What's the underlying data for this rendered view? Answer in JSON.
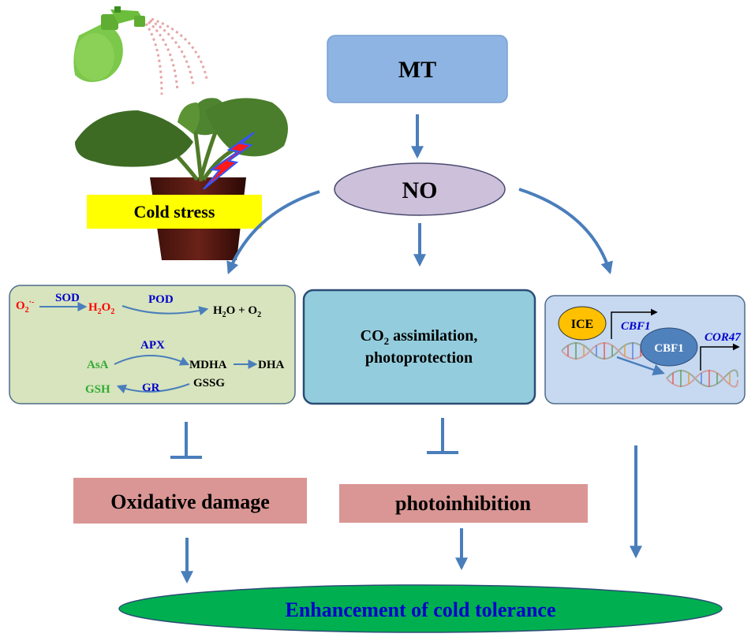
{
  "nodes": {
    "mt": "MT",
    "no": "NO",
    "cold_stress": "Cold stress",
    "co2_line1_pre": "CO",
    "co2_line1_sub": "2",
    "co2_line1_post": " assimilation,",
    "co2_line2": "photoprotection",
    "oxidative_damage": "Oxidative damage",
    "photoinhibition": "photoinhibition",
    "cold_tolerance": "Enhancement of cold tolerance"
  },
  "antioxidant": {
    "o2": "O",
    "o2_sub": "2",
    "o2_sup": "·-",
    "sod": "SOD",
    "h2o2_a": "H",
    "h2o2_sub1": "2",
    "h2o2_b": "O",
    "h2o2_sub2": "2",
    "pod": "POD",
    "water_a": "H",
    "water_sub": "2",
    "water_b": "O + O",
    "water_sub2": "2",
    "apx": "APX",
    "asa": "AsA",
    "mdha": "MDHA",
    "dha": "DHA",
    "gsh": "GSH",
    "gr": "GR",
    "gssg": "GSSG"
  },
  "gene_box": {
    "ice": "ICE",
    "cbf1_gene": "CBF1",
    "cbf1_protein": "CBF1",
    "cor47": "COR47"
  },
  "colors": {
    "arrow": "#4a7ebb",
    "mt_box": "#8eb4e3",
    "no_ellipse": "#ccc0da",
    "antioxidant_box": "#d7e4bd",
    "co2_box": "#93cddd",
    "gene_box": "#c6d9f1",
    "damage_box": "#d99694",
    "tolerance_ellipse": "#00b050",
    "tolerance_text": "#0000cc",
    "cold_label_bg": "#ffff00",
    "ice_fill": "#ffc000",
    "cbf_fill": "#4f81bd",
    "red_text": "#ff0000",
    "blue_text": "#0000cc",
    "green_text": "#33aa33"
  }
}
